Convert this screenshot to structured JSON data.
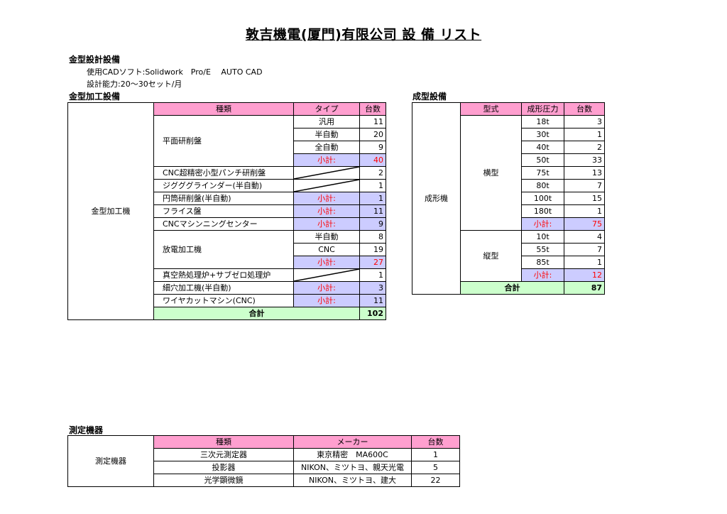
{
  "title": "敦吉機電(厦門)有限公司 設 備 リスト",
  "design": {
    "heading": "金型設計設備",
    "cad_line": "使用CADソフト:Solidwork　Pro/E　 AUTO CAD",
    "capacity_line": "設計能力:20～30セット/月"
  },
  "mold": {
    "heading": "金型加工設備",
    "side_label": "金型加工機",
    "headers": {
      "kind": "種類",
      "type": "タイプ",
      "count": "台数"
    },
    "subtotal_label": "小計:",
    "groups": [
      {
        "name": "平面研削盤",
        "rows": [
          {
            "type": "汎用",
            "count": "11"
          },
          {
            "type": "半自動",
            "count": "20"
          },
          {
            "type": "全自動",
            "count": "9"
          }
        ],
        "subtotal": "40"
      },
      {
        "name": "CNC超精密小型パンチ研削盤",
        "count": "2"
      },
      {
        "name": "ジグググラインダー(半自動)",
        "count": "1"
      },
      {
        "name": "円筒研削盤(半自動)",
        "count": "1"
      },
      {
        "name": "フライス盤",
        "count": "11"
      },
      {
        "name": "CNCマシンニングセンター",
        "count": "9"
      },
      {
        "name": "放電加工機",
        "rows": [
          {
            "type": "半自動",
            "count": "8"
          },
          {
            "type": "CNC",
            "count": "19"
          }
        ],
        "subtotal": "27"
      },
      {
        "name": "真空熱処理炉+サブゼロ処理炉",
        "count": "1"
      },
      {
        "name": "細穴加工機(半自動)",
        "count": "3"
      },
      {
        "name": "ワイヤカットマシン(CNC)",
        "count": "11"
      }
    ],
    "total_label": "合計",
    "total": "102"
  },
  "molding": {
    "heading": "成型設備",
    "side_label": "成形機",
    "headers": {
      "model": "型式",
      "pressure": "成形圧力",
      "count": "台数"
    },
    "subtotal_label": "小計:",
    "horizontal": {
      "label": "横型",
      "rows": [
        {
          "p": "18t",
          "c": "3"
        },
        {
          "p": "30t",
          "c": "1"
        },
        {
          "p": "40t",
          "c": "2"
        },
        {
          "p": "50t",
          "c": "33"
        },
        {
          "p": "75t",
          "c": "13"
        },
        {
          "p": "80t",
          "c": "7"
        },
        {
          "p": "100t",
          "c": "15"
        },
        {
          "p": "180t",
          "c": "1"
        }
      ],
      "subtotal": "75"
    },
    "vertical": {
      "label": "縦型",
      "rows": [
        {
          "p": "10t",
          "c": "4"
        },
        {
          "p": "55t",
          "c": "7"
        },
        {
          "p": "85t",
          "c": "1"
        }
      ],
      "subtotal": "12"
    },
    "total_label": "合計",
    "total": "87"
  },
  "measure": {
    "heading": "測定機器",
    "side_label": "測定機器",
    "headers": {
      "kind": "種類",
      "maker": "メーカー",
      "count": "台数"
    },
    "rows": [
      {
        "kind": "三次元測定器",
        "maker": "東京精密　MA600C",
        "count": "1"
      },
      {
        "kind": "投影器",
        "maker": "NIKON、ミツトヨ、親天光電",
        "count": "5"
      },
      {
        "kind": "光学顕微鏡",
        "maker": "NIKON、ミツトヨ、建大",
        "count": "22"
      }
    ]
  }
}
